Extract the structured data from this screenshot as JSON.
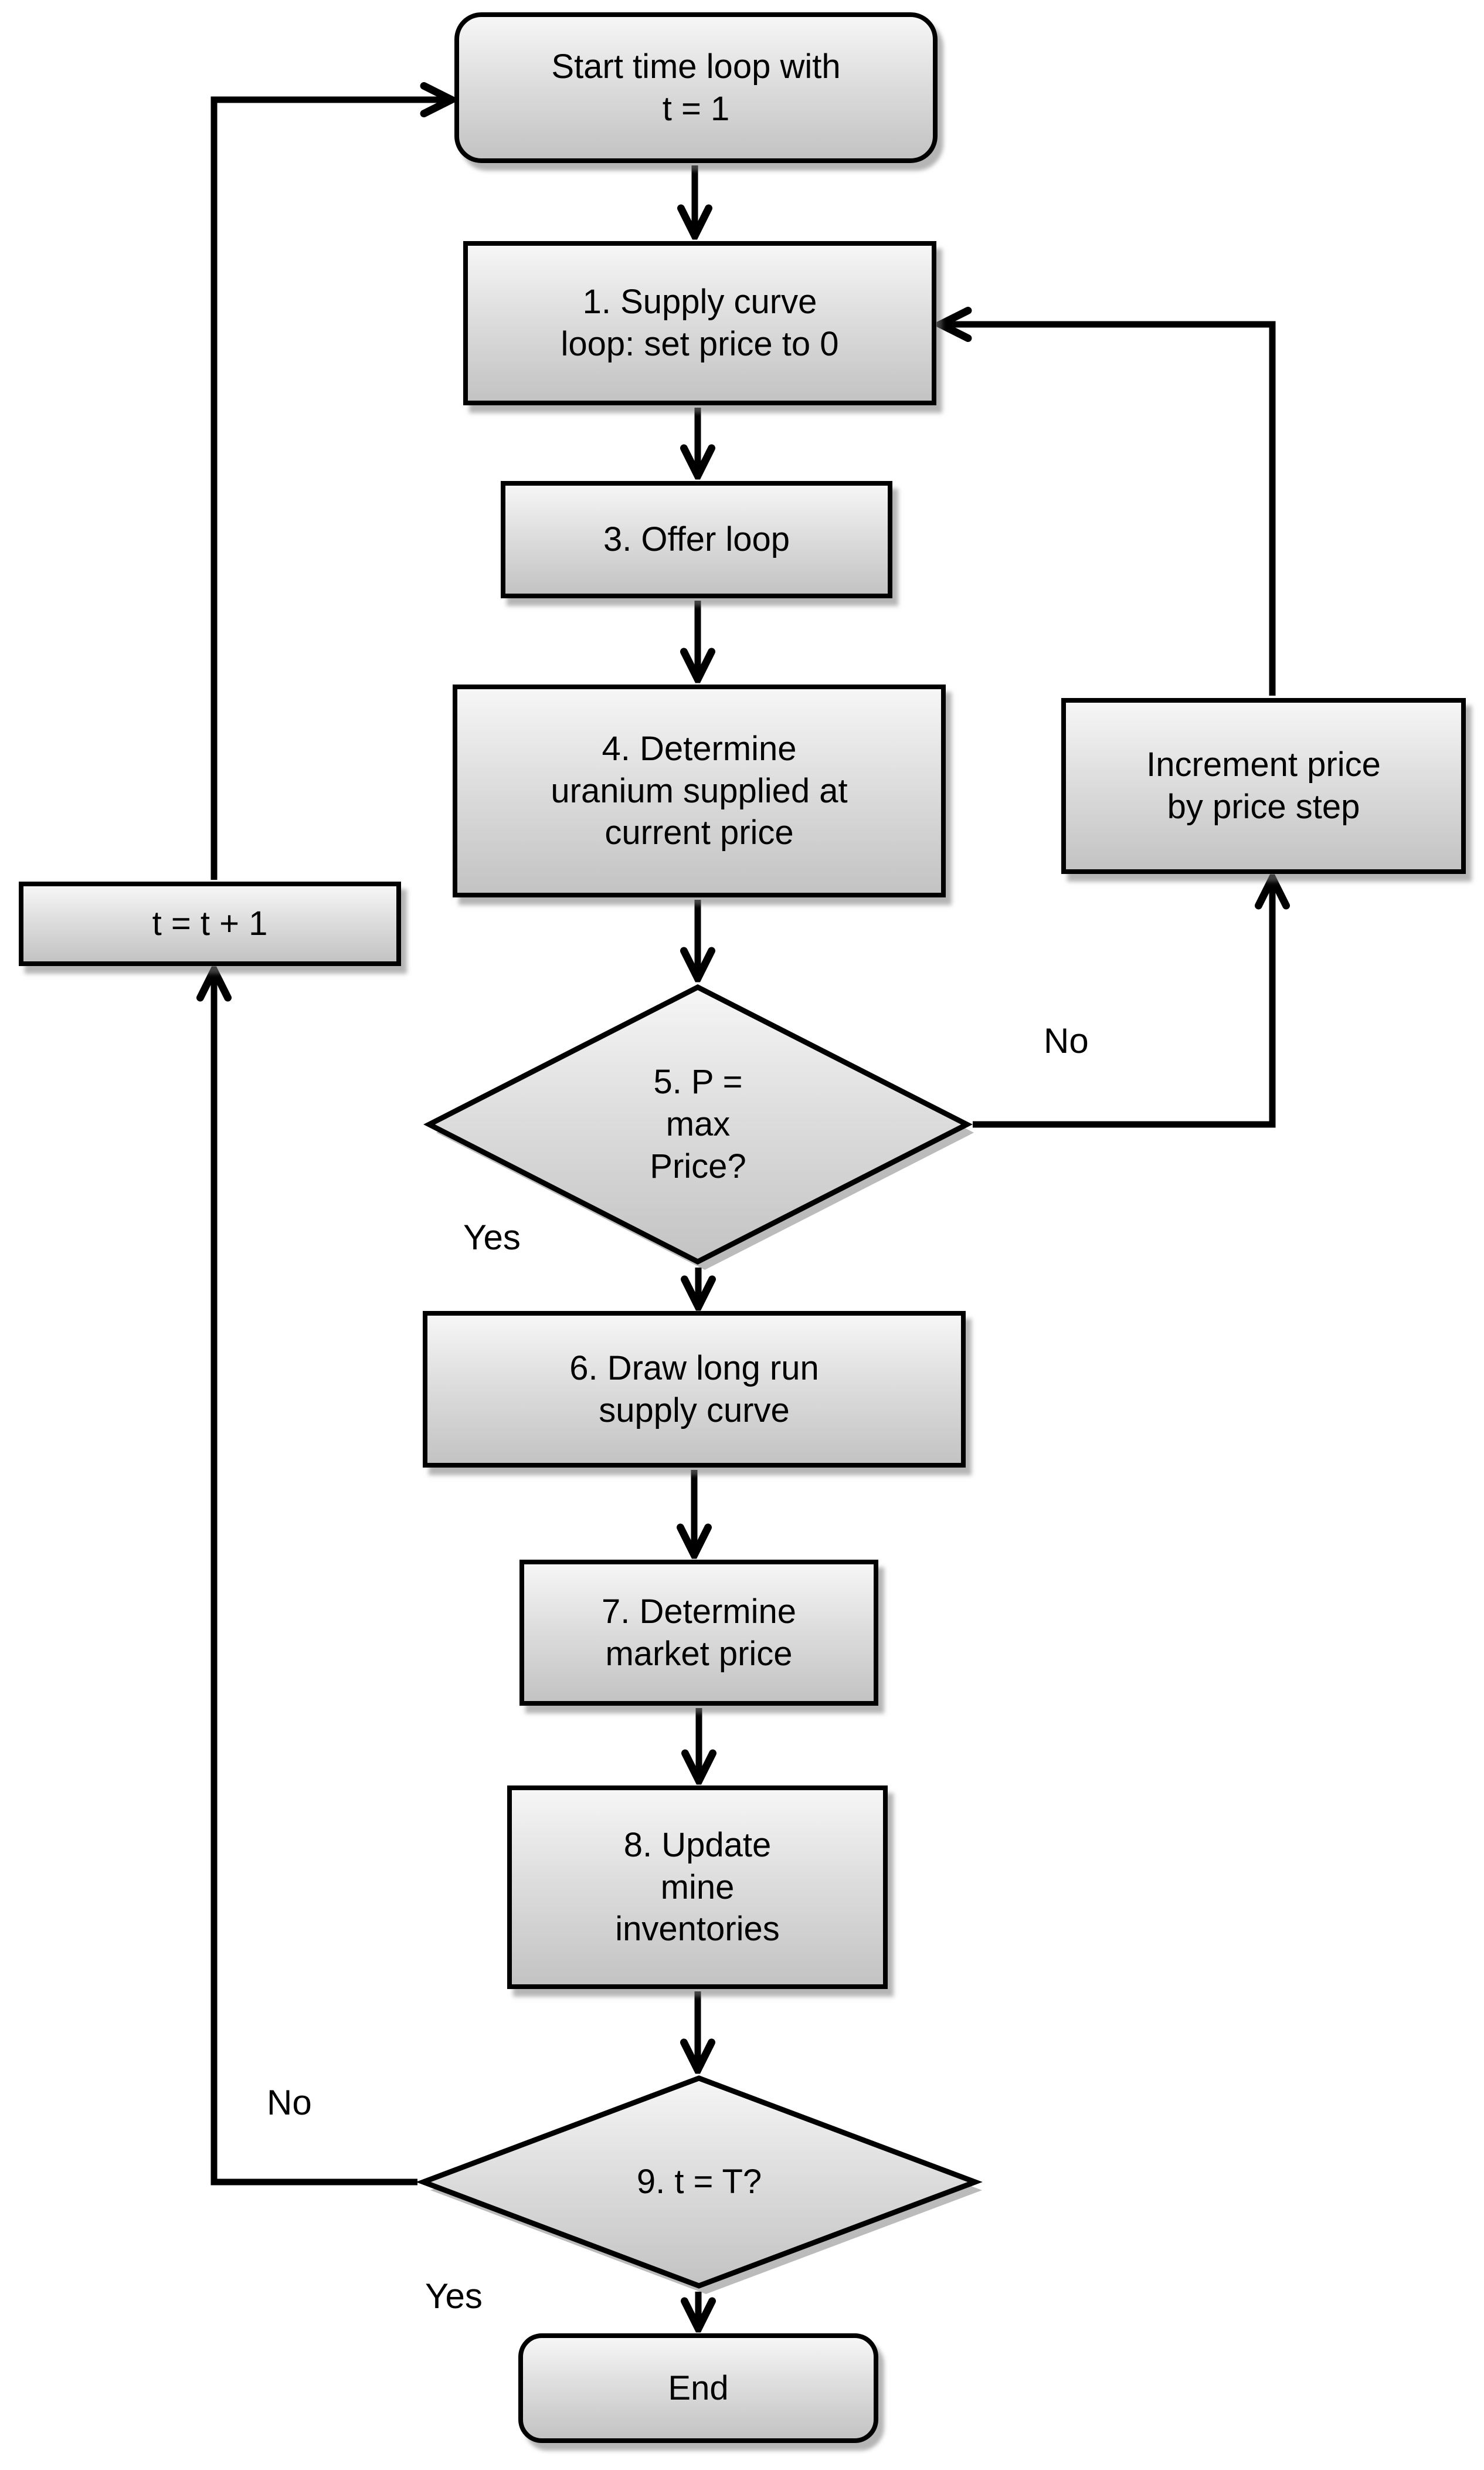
{
  "diagram": {
    "type": "flowchart",
    "colors": {
      "background": "#ffffff",
      "node_fill_top": "#f6f6f6",
      "node_fill_bottom": "#c3c3c3",
      "node_border": "#000000",
      "connector": "#000000",
      "text": "#000000",
      "shadow": "#787878"
    },
    "nodes": {
      "start": {
        "label": "Start time loop with\nt = 1"
      },
      "supply_loop": {
        "label": "1. Supply curve\nloop: set price to 0"
      },
      "offer_loop": {
        "label": "3. Offer loop"
      },
      "determine_supplied": {
        "label": "4. Determine\nuranium supplied at\ncurrent price"
      },
      "max_price_decision": {
        "label": "5. P =\nmax\nPrice?"
      },
      "increment_price": {
        "label": "Increment price\nby price step"
      },
      "time_increment": {
        "label": "t = t + 1"
      },
      "draw_curve": {
        "label": "6. Draw long run\nsupply curve"
      },
      "market_price": {
        "label": "7. Determine\nmarket price"
      },
      "update_inventories": {
        "label": "8. Update\nmine\ninventories"
      },
      "time_decision": {
        "label": "9. t = T?"
      },
      "end": {
        "label": "End"
      }
    },
    "edge_labels": {
      "max_price_no": "No",
      "max_price_yes": "Yes",
      "time_no": "No",
      "time_yes": "Yes"
    }
  }
}
